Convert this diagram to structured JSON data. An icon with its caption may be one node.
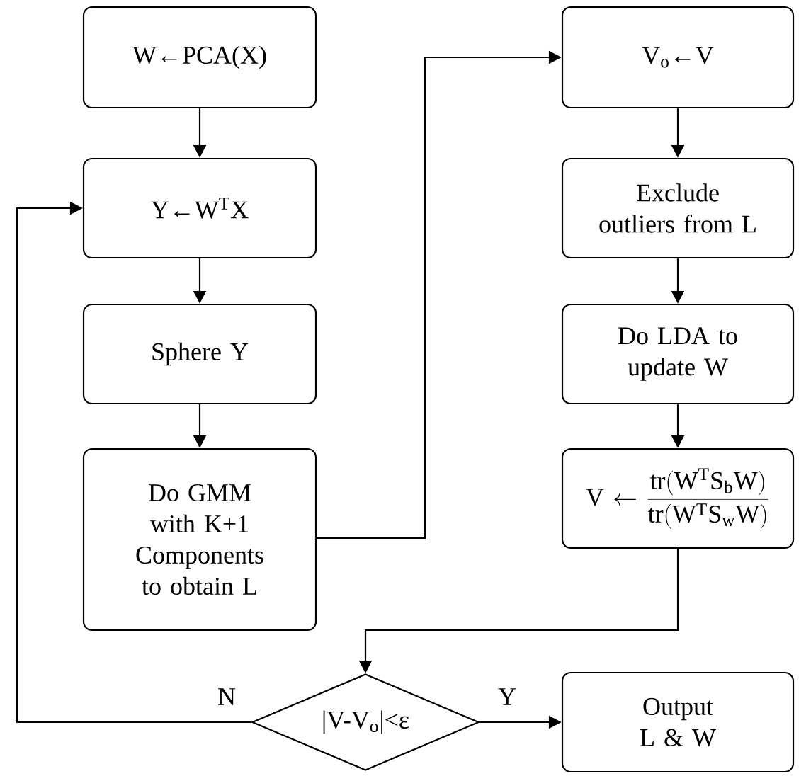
{
  "diagram": {
    "nodes": [
      {
        "text": [
          "W←PCA(X)"
        ]
      },
      {
        "text": [
          "Y←W$^{T}$X"
        ]
      },
      {
        "text": [
          "Sphere Y"
        ]
      },
      {
        "text": [
          "Do GMM with K+1 Components to obtain L"
        ]
      },
      {
        "text": [
          "V$_{o}$←V"
        ]
      },
      {
        "text": [
          "Exclude outliers from L"
        ]
      },
      {
        "text": [
          "Do LDA to update W"
        ]
      },
      {
        "text": [
          "\\mathrm{V}\\leftarrow\\frac{\\mathrm{tr(W^{T}S_{b}W)}}{\\mathrm{tr(W^{T}S_{w}W)}}"
        ]
      },
      {
        "text": [
          "|V-V$_{o}$|<ε"
        ]
      },
      {
        "text": [
          "Output L & W"
        ]
      }
    ],
    "edges": [
      {
        "from": 0,
        "to": 1,
        "arrow": "to"
      },
      {
        "from": 1,
        "to": 2,
        "arrow": "to"
      },
      {
        "from": 2,
        "to": 3,
        "arrow": "to"
      },
      {
        "from": 3,
        "to": 4,
        "arrow": "to"
      },
      {
        "from": 4,
        "to": 5,
        "arrow": "to"
      },
      {
        "from": 5,
        "to": 6,
        "arrow": "to"
      },
      {
        "from": 6,
        "to": 7,
        "arrow": "to"
      },
      {
        "from": 7,
        "to": 8,
        "arrow": "to"
      },
      {
        "from": 8,
        "to": 9,
        "arrow": "to",
        "label": "Y"
      },
      {
        "from": 8,
        "to": 1,
        "arrow": "to",
        "label": "N"
      }
    ]
  }
}
